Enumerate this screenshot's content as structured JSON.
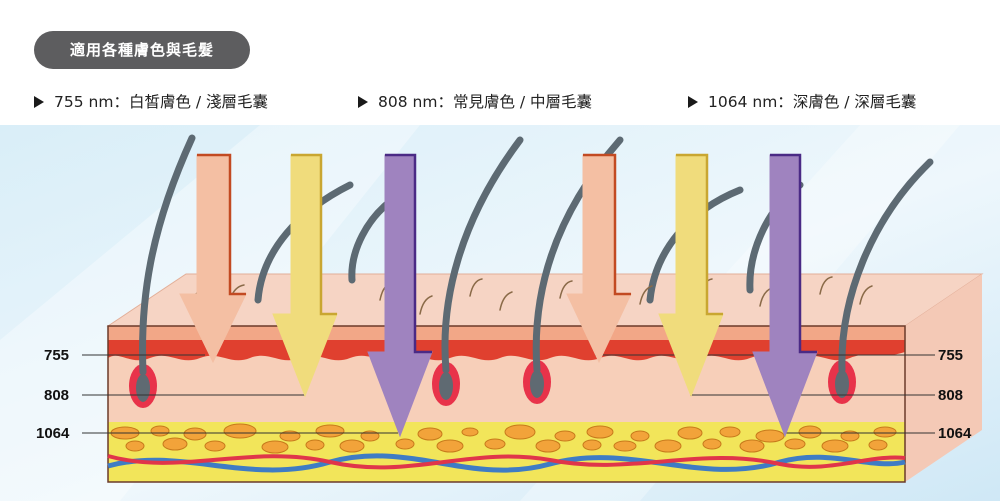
{
  "header": {
    "title": "適用各種膚色與毛髮"
  },
  "legend": [
    {
      "wavelength": "755 nm",
      "separator": "：",
      "description": "白皙膚色 / 淺層毛囊"
    },
    {
      "wavelength": "808 nm",
      "separator": "：",
      "description": "常見膚色 / 中層毛囊"
    },
    {
      "wavelength": "1064 nm",
      "separator": "：",
      "description": "深膚色 / 深層毛囊"
    }
  ],
  "depth_labels": {
    "left": [
      "755",
      "808",
      "1064"
    ],
    "right": [
      "755",
      "808",
      "1064"
    ]
  },
  "colors": {
    "arrow_755": "#f4bfa3",
    "arrow_755_edge": "#c24a22",
    "arrow_808": "#f0dc7c",
    "arrow_808_edge": "#c9a631",
    "arrow_1064": "#9f83bf",
    "arrow_1064_edge": "#4a2a85",
    "header_pill": "#5d5d5f"
  }
}
